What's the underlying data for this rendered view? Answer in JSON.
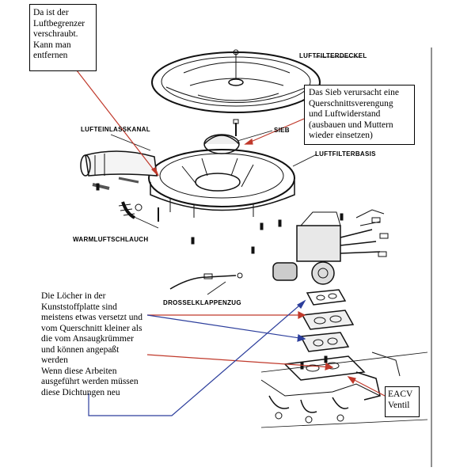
{
  "callouts": {
    "limiter": [
      "Da ist der",
      "Luftbegrenzer",
      "verschraubt.",
      "Kann man",
      "entfernen"
    ],
    "sieve": [
      "Das Sieb verursacht eine",
      "Querschnittsverengung",
      "und Luftwiderstand",
      "(ausbauen und Muttern",
      "wieder einsetzen)"
    ],
    "holes": [
      "Die Löcher in der",
      "Kunststoffplatte sind",
      "meistens etwas versetzt und",
      "vom Querschnitt kleiner als",
      "die vom Ansaugkrümmer",
      "und können angepaßt",
      "werden",
      "Wenn diese Arbeiten",
      "ausgeführt werden müssen",
      "diese Dichtungen neu"
    ],
    "eacv": [
      "EACV",
      "Ventil"
    ]
  },
  "part_labels": {
    "cover": "LUFTFILTERDECKEL",
    "intake": "LUFTEINLASSKANAL",
    "sieve": "SIEB",
    "base": "LUFTFILTERBASIS",
    "warm_hose": "WARMLUFTSCHLAUCH",
    "throttle_cable": "DROSSELKLAPPENZUG"
  },
  "colors": {
    "arrow_red": "#c0392b",
    "arrow_blue": "#2c3e9c",
    "line": "#111111"
  }
}
